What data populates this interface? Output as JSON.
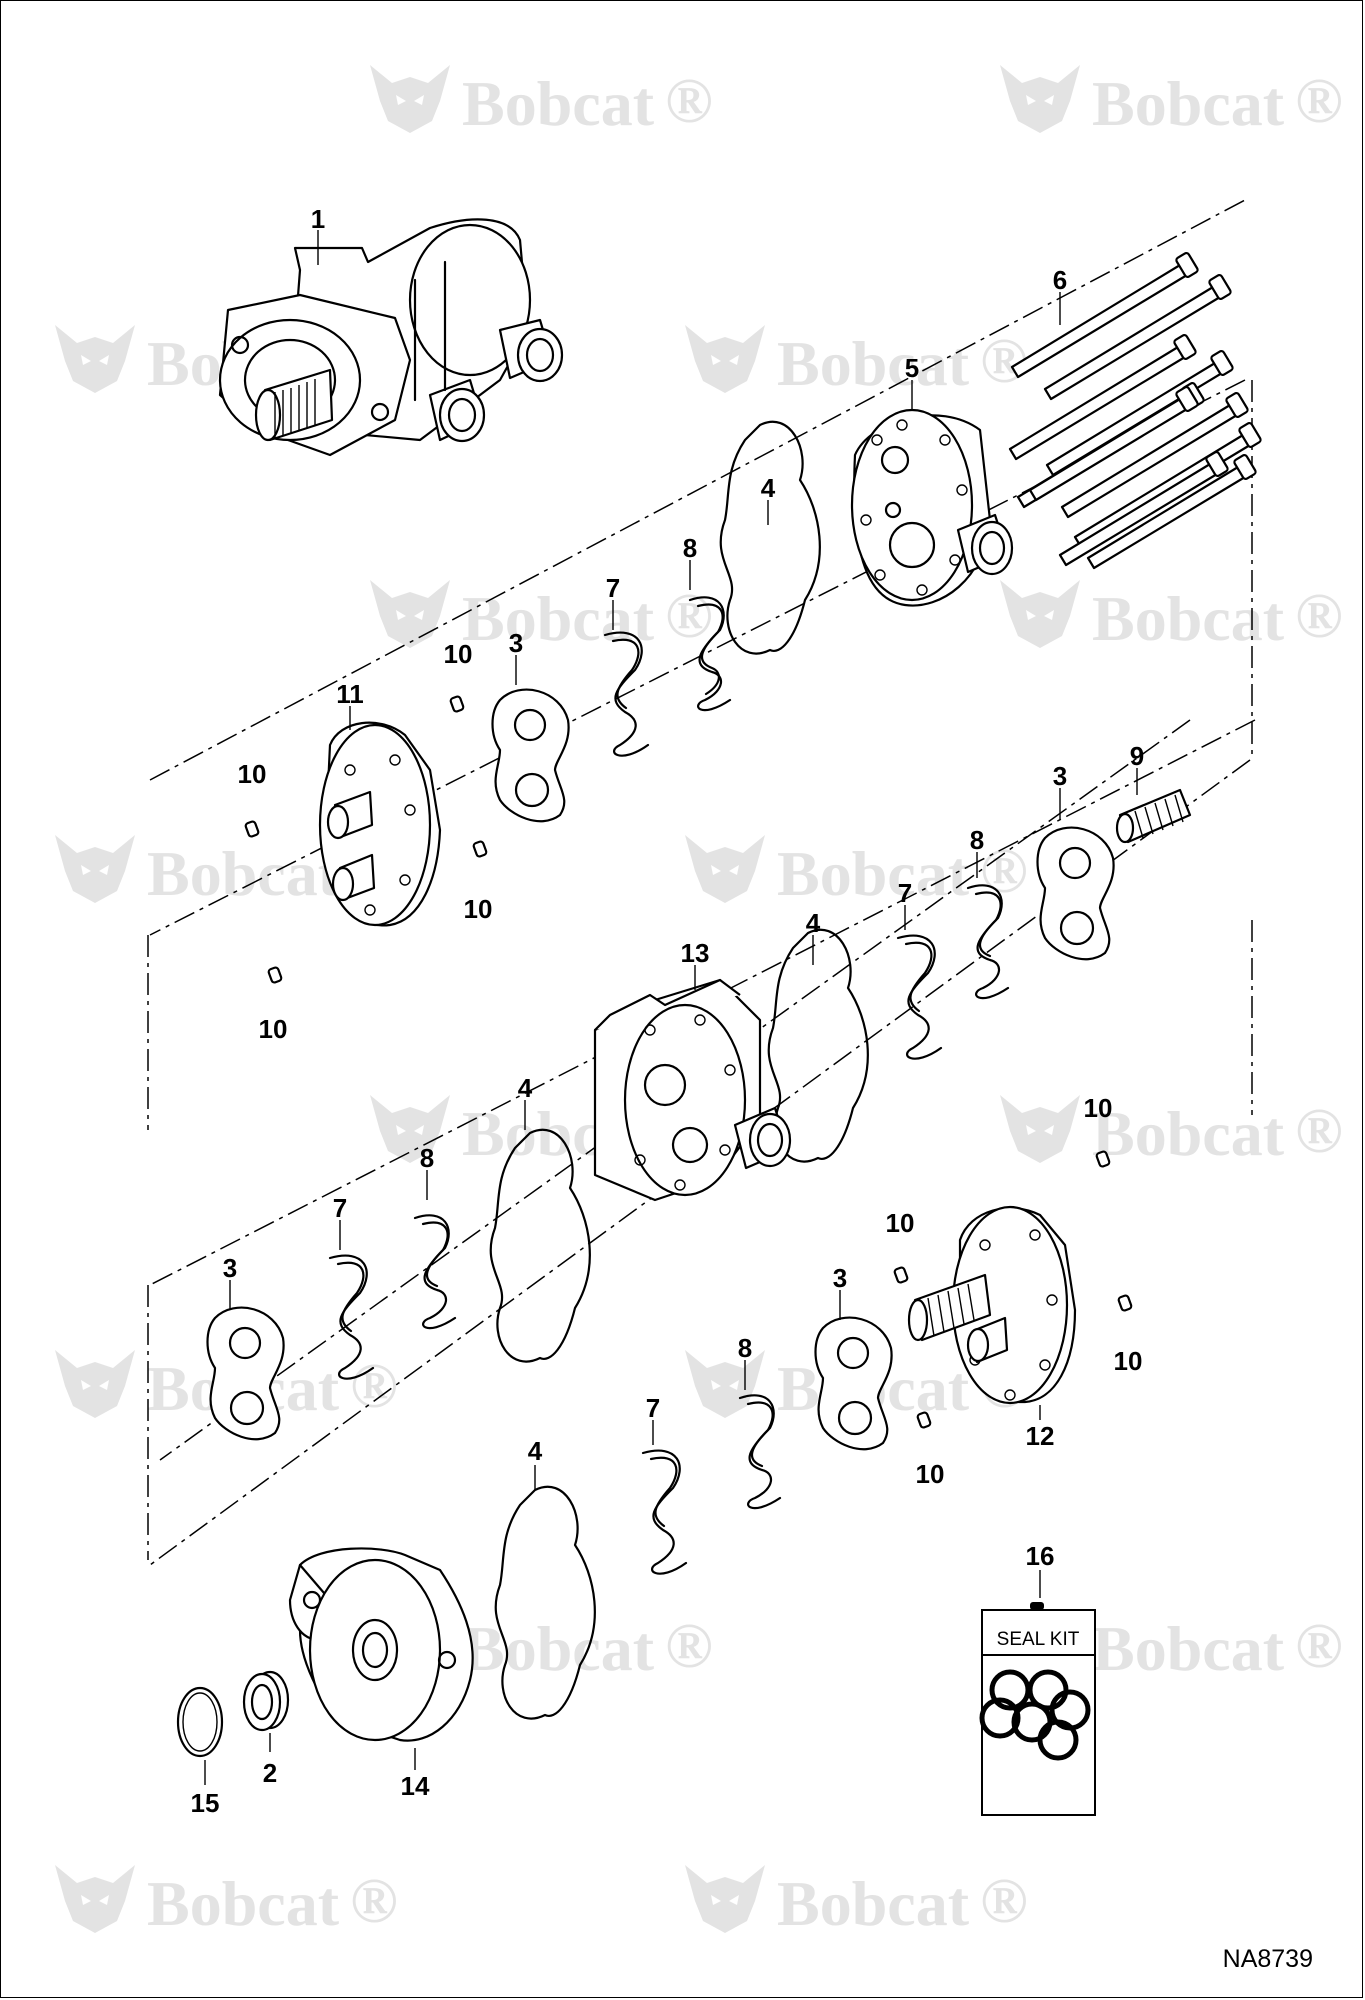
{
  "drawing_number": "NA8739",
  "watermark": {
    "brand": "Bobcat",
    "symbol": "®"
  },
  "seal_kit_label": "SEAL KIT",
  "callouts": {
    "c1": "1",
    "c2": "2",
    "c3a": "3",
    "c3b": "3",
    "c3c": "3",
    "c3d": "3",
    "c4a": "4",
    "c4b": "4",
    "c4c": "4",
    "c4d": "4",
    "c5": "5",
    "c6": "6",
    "c7a": "7",
    "c7b": "7",
    "c7c": "7",
    "c7d": "7",
    "c8a": "8",
    "c8b": "8",
    "c8c": "8",
    "c8d": "8",
    "c9": "9",
    "c10a": "10",
    "c10b": "10",
    "c10c": "10",
    "c10d": "10",
    "c10e": "10",
    "c10f": "10",
    "c10g": "10",
    "c10h": "10",
    "c11": "11",
    "c12": "12",
    "c13": "13",
    "c14": "14",
    "c15": "15",
    "c16": "16"
  }
}
